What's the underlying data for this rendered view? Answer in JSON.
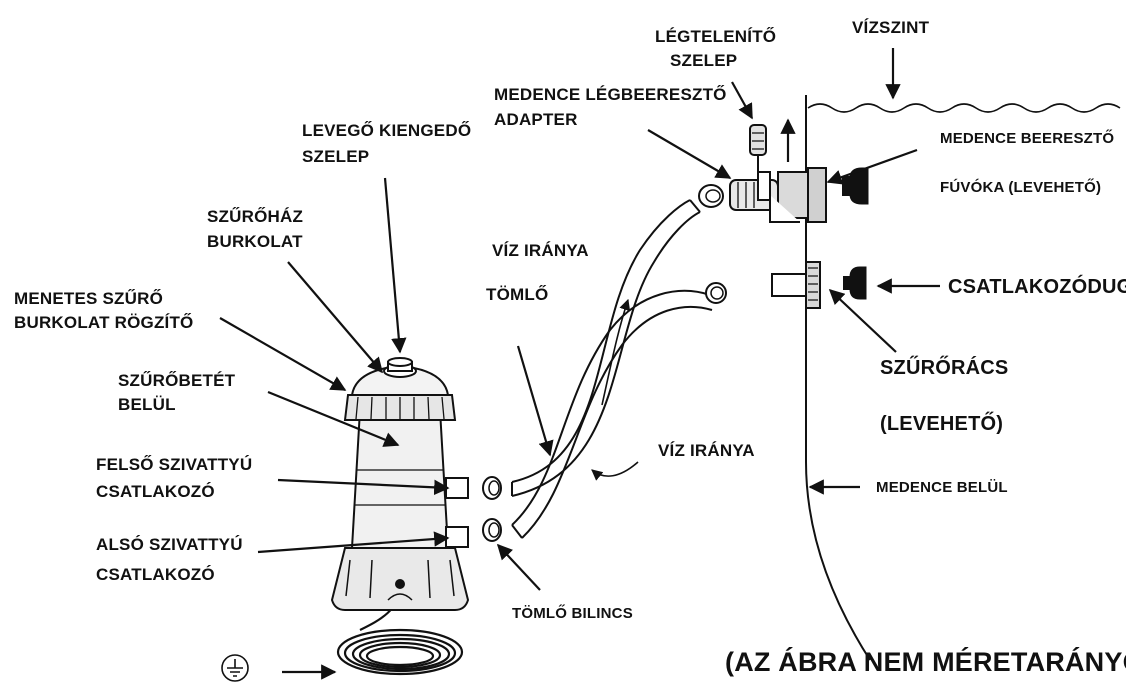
{
  "labels": {
    "water_level": "VÍZSZINT",
    "air_release_valve_1": "LÉGTELENÍTŐ",
    "air_release_valve_2": "SZELEP",
    "inlet_adapter_1": "MEDENCE LÉGBEERESZTŐ",
    "inlet_adapter_2": "ADAPTER",
    "air_vent_valve_1": "LEVEGŐ KIENGEDŐ",
    "air_vent_valve_2": "SZELEP",
    "housing_cover_1": "SZŰRŐHÁZ",
    "housing_cover_2": "BURKOLAT",
    "threaded_cover_1": "MENETES SZŰRŐ",
    "threaded_cover_2": "BURKOLAT RÖGZÍTŐ",
    "cartridge_1": "SZŰRŐBETÉT",
    "cartridge_2": "BELÜL",
    "upper_connector_1": "FELSŐ SZIVATTYÚ",
    "upper_connector_2": "CSATLAKOZÓ",
    "lower_connector_1": "ALSÓ SZIVATTYÚ",
    "lower_connector_2": "CSATLAKOZÓ",
    "water_direction_upper": "VÍZ IRÁNYA",
    "hose": "TÖMLŐ",
    "water_direction_lower": "VÍZ IRÁNYA",
    "hose_clamp": "TÖMLŐ BILINCS",
    "inlet_nozzle_1": "MEDENCE BEERESZTŐ",
    "inlet_nozzle_2": "FÚVÓKA (LEVEHETŐ)",
    "plug": "CSATLAKOZÓDUGÓ",
    "strainer_1": "SZŰRŐRÁCS",
    "strainer_2": "(LEVEHETŐ)",
    "pool_inside": "MEDENCE BELÜL",
    "not_to_scale": "(AZ ÁBRA NEM MÉRETARÁNYOS)"
  },
  "icons": {
    "ground": "ground-symbol-icon"
  }
}
